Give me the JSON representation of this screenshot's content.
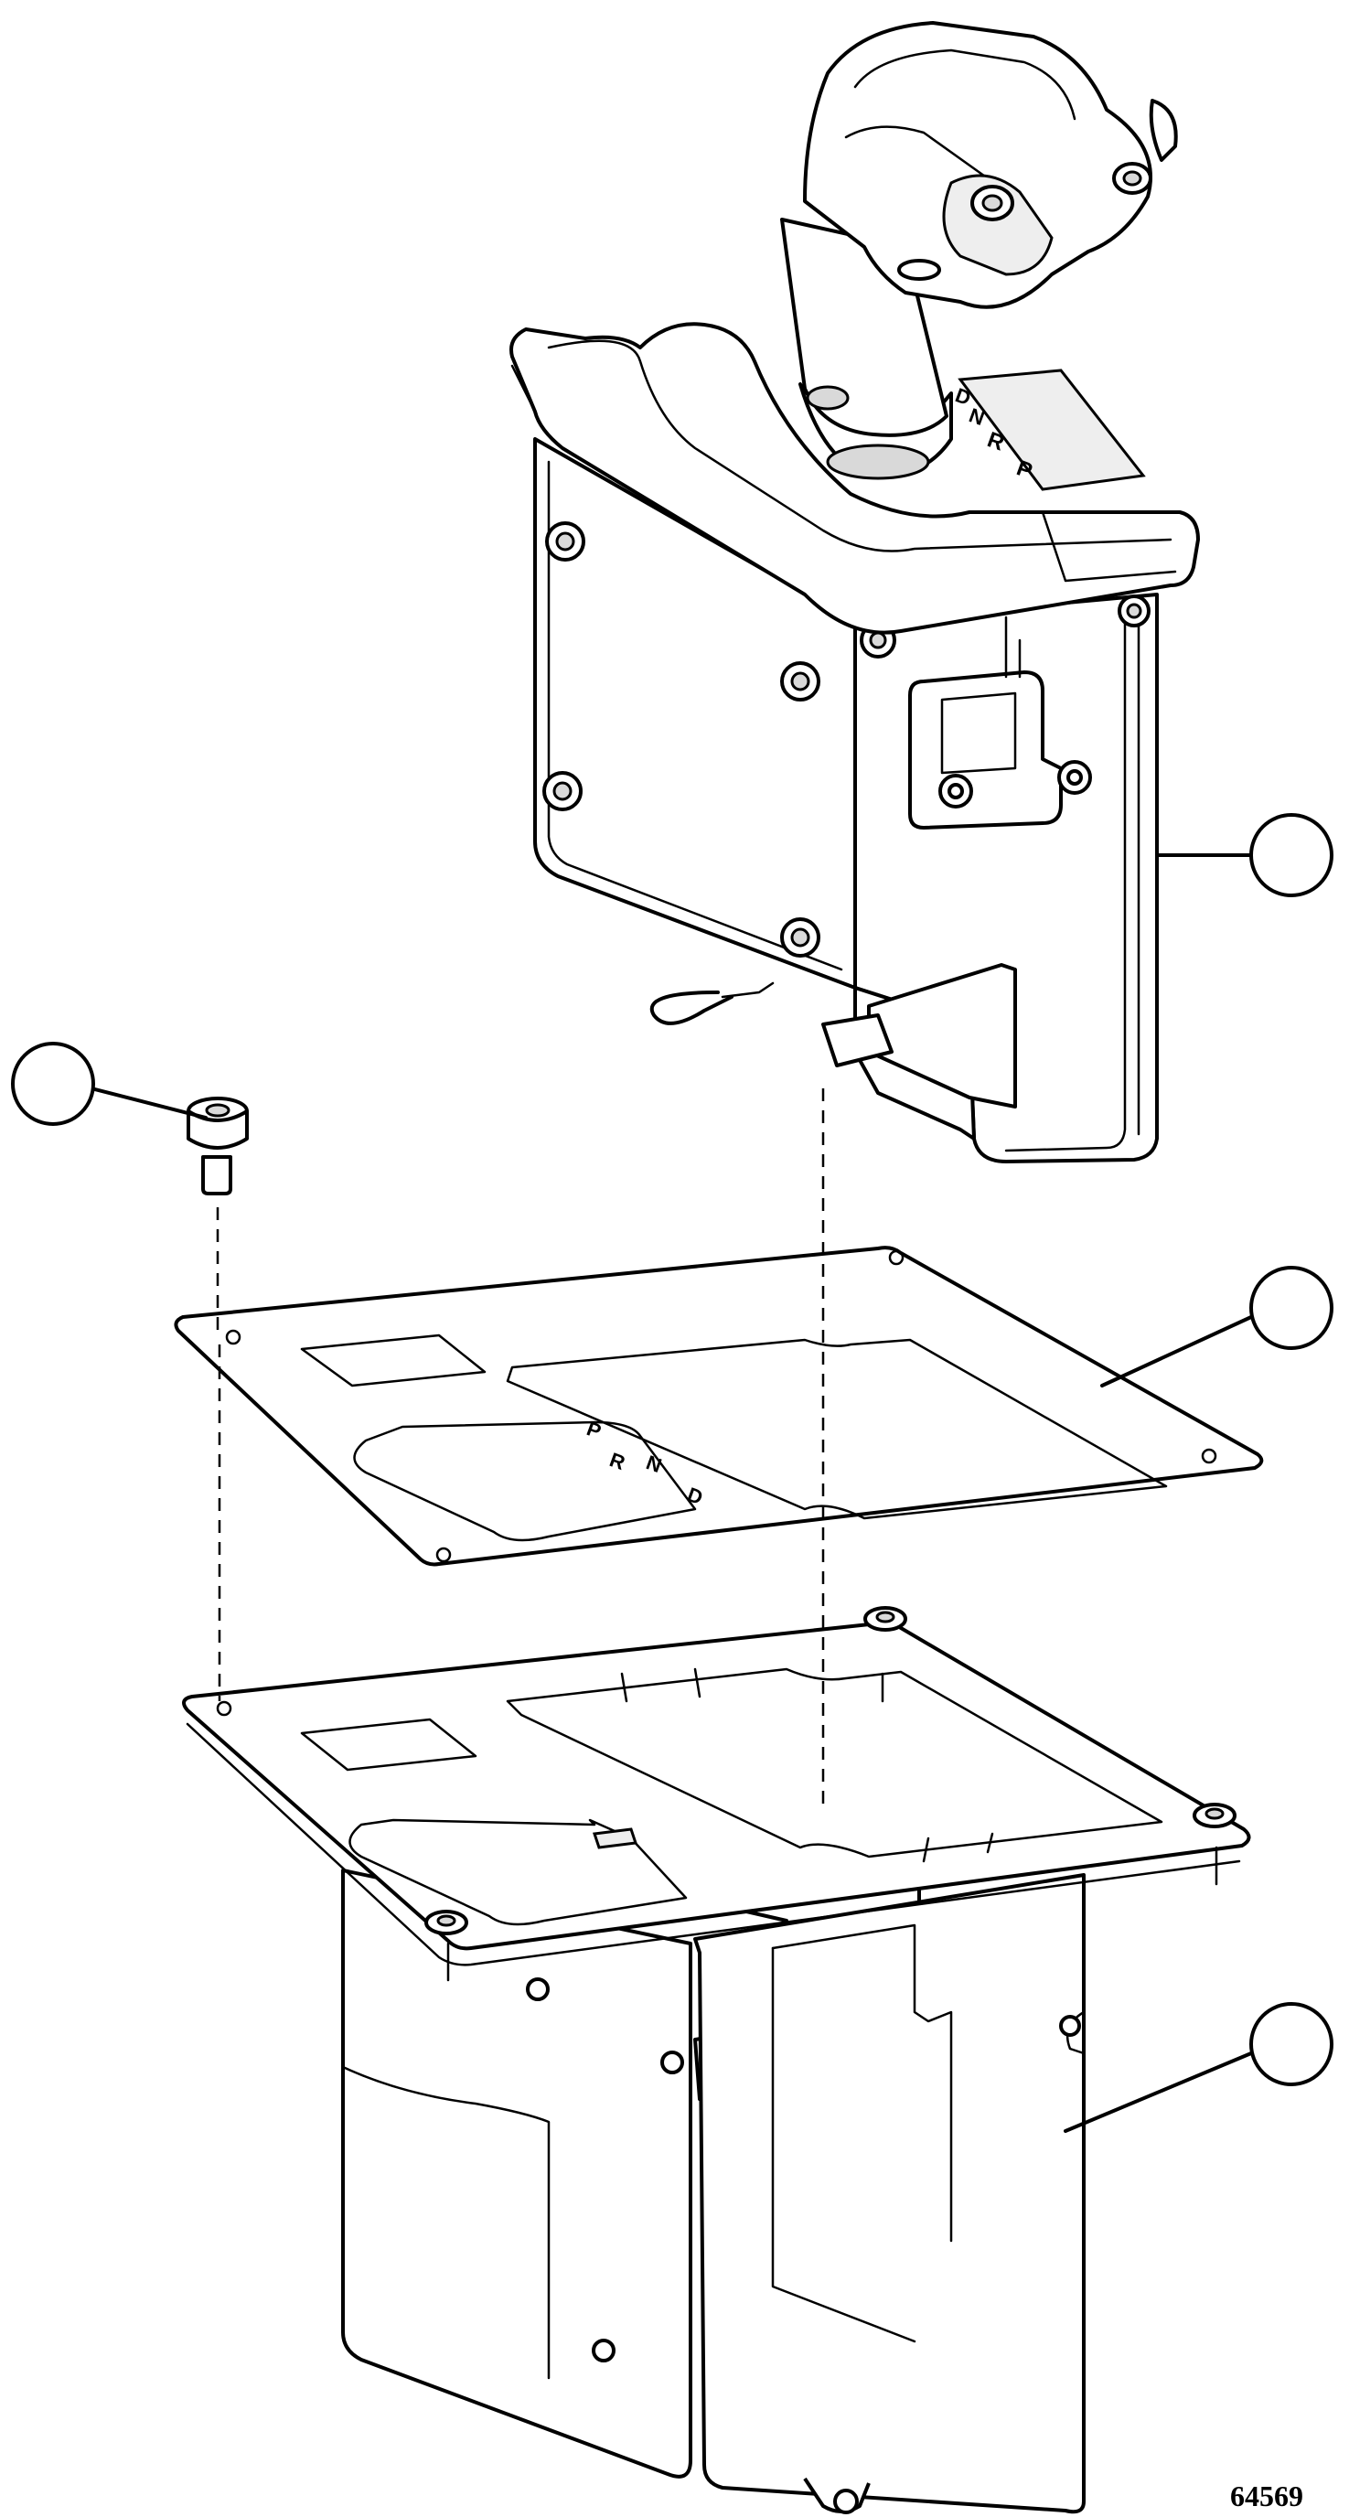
{
  "figure": {
    "number": "64569",
    "gear_marks": [
      "P",
      "R",
      "N",
      "D"
    ]
  }
}
